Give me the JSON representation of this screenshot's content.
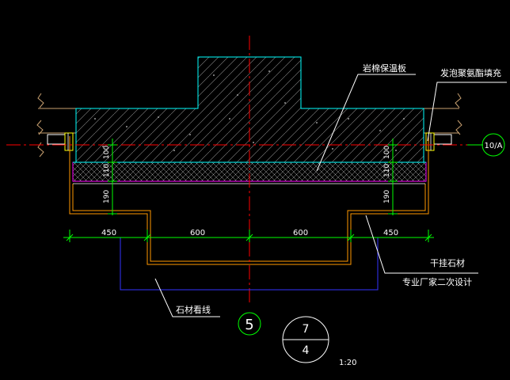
{
  "labels": {
    "rock_wool_board": "岩棉保温板",
    "pu_foam_fill": "发泡聚氨酯填充",
    "dry_hang_stone": "干挂石材",
    "vendor_design": "专业厂家二次设计",
    "stone_line": "石材看线"
  },
  "dimensions": {
    "left_450": "450",
    "mid_600_left": "600",
    "mid_600_right": "600",
    "right_450": "450",
    "left_100": "100",
    "left_110": "110",
    "left_190": "190",
    "right_100": "100",
    "right_110": "110",
    "right_190": "190"
  },
  "axis_bubble_right": "10/A",
  "axis_bubble_bottom": "5",
  "detail_index": {
    "top": "7",
    "bottom": "4"
  },
  "scale": "1:20",
  "colors": {
    "concrete_outline": "#00ffff",
    "stone_outline": "#ff9900",
    "pink_line": "#ff00ff",
    "centerline_red": "#ff0000",
    "dim_green": "#00ff00",
    "white": "#ffffff",
    "blue": "#3333ff",
    "tan": "#c8a070"
  }
}
